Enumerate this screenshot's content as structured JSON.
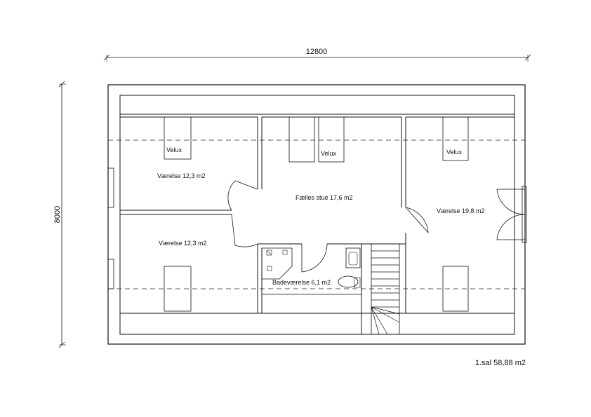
{
  "dimensions": {
    "width": "12800",
    "height": "8000"
  },
  "rooms": {
    "vaerelse_top_left": "Værelse 12,3 m2",
    "vaerelse_bottom_left": "Værelse 12,3 m2",
    "faelles_stue": "Fælles stue 17,6 m2",
    "vaerelse_right": "Værelse 19,8 m2",
    "badevaerelse": "Badeværelse 6,1 m2"
  },
  "skylights": {
    "left": "Velux",
    "middle": "Velux",
    "right": "Velux"
  },
  "floor_total": "1.sal 58,88 m2",
  "colors": {
    "line": "#111111",
    "background": "#ffffff"
  }
}
